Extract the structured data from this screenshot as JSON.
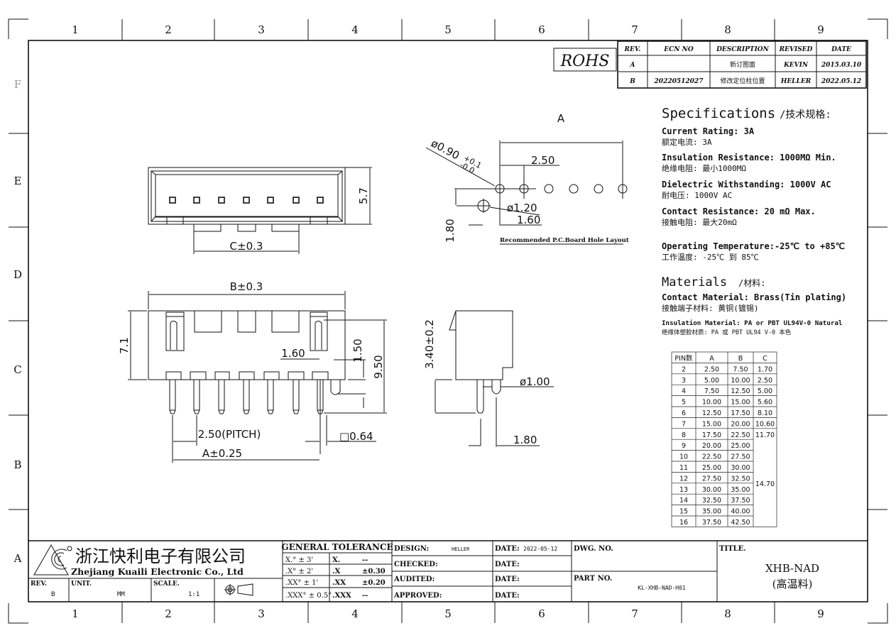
{
  "border": {
    "columns": [
      "1",
      "2",
      "3",
      "4",
      "5",
      "6",
      "7",
      "8",
      "9"
    ],
    "rows": [
      "F",
      "E",
      "D",
      "C",
      "B",
      "A"
    ]
  },
  "rohs": "ROHS",
  "revision_table": {
    "headers": [
      "REV.",
      "ECN NO",
      "DESCRIPTION",
      "REVISED",
      "DATE"
    ],
    "rows": [
      [
        "A",
        "",
        "新订图面",
        "KEVIN",
        "2015.03.10"
      ],
      [
        "B",
        "20220512027",
        "修改定位柱位置",
        "HELLER",
        "2022.05.12"
      ]
    ]
  },
  "specs": {
    "title": "Specifications",
    "title_cn": "/技术规格:",
    "items": [
      {
        "en": "Current Rating:  3A",
        "cn": "额定电流: 3A"
      },
      {
        "en": "Insulation Resistance: 1000MΩ Min.",
        "cn": "绝缘电阻: 最小1000MΩ"
      },
      {
        "en": "Dielectric Withstanding:  1000V AC",
        "cn": "耐电压: 1000V AC"
      },
      {
        "en": "Contact Resistance: 20 mΩ Max.",
        "cn": "接触电阻: 最大20mΩ"
      },
      {
        "en": "Operating Temperature:-25℃ to +85℃",
        "cn": "工作温度: -25℃ 到 85℃"
      }
    ],
    "materials_title": "Materials",
    "materials_title_cn": "/材料:",
    "materials": [
      {
        "en": "Contact Material: Brass(Tin plating)",
        "cn": "接触端子材料: 黄铜(镀锡)"
      },
      {
        "en": "Insulation Material: PA or PBT UL94V-0 Natural",
        "cn": "绝缘体塑胶材质: PA 或 PBT  UL94 V-0 本色"
      }
    ]
  },
  "pin_table": {
    "headers": [
      "PIN数",
      "A",
      "B",
      "C"
    ],
    "rows": [
      [
        "2",
        "2.50",
        "7.50",
        "1.70"
      ],
      [
        "3",
        "5.00",
        "10.00",
        "2.50"
      ],
      [
        "4",
        "7.50",
        "12.50",
        "5.00"
      ],
      [
        "5",
        "10.00",
        "15.00",
        "5.60"
      ],
      [
        "6",
        "12.50",
        "17.50",
        "8.10"
      ],
      [
        "7",
        "15.00",
        "20.00",
        "10.60"
      ],
      [
        "8",
        "17.50",
        "22.50",
        "11.70"
      ],
      [
        "9",
        "20.00",
        "25.00",
        ""
      ],
      [
        "10",
        "22.50",
        "27.50",
        ""
      ],
      [
        "11",
        "25.00",
        "30.00",
        ""
      ],
      [
        "12",
        "27.50",
        "32.50",
        ""
      ],
      [
        "13",
        "30.00",
        "35.00",
        ""
      ],
      [
        "14",
        "32.50",
        "37.50",
        ""
      ],
      [
        "15",
        "35.00",
        "40.00",
        ""
      ],
      [
        "16",
        "37.50",
        "42.50",
        ""
      ]
    ],
    "merged_c": "14.70"
  },
  "top_view": {
    "height_dim": "5.7",
    "c_dim": "C±0.3"
  },
  "front_view": {
    "b_dim": "B±0.3",
    "height_dim": "7.1",
    "d160": "1.60",
    "d150": "1.50",
    "d950": "9.50",
    "pitch": "2.50(PITCH)",
    "a_dim": "A±0.25",
    "pin_size": "□0.64"
  },
  "side_view": {
    "d340": "3.40±0.2",
    "peg_dia": "ø1.00",
    "d180": "1.80"
  },
  "pcb_layout": {
    "a_dim": "A",
    "pitch": "2.50",
    "hole_dia": "ø0.90",
    "hole_tol_plus": "+0.1",
    "hole_tol_minus": "-0.0",
    "peg_dia": "ø1.20",
    "d160": "1.60",
    "d180": "1.80",
    "caption": "Recommended P.C.Board  Hole Layout"
  },
  "title_block": {
    "company_cn": "浙江快利电子有限公司",
    "company_en": "Zhejiang Kuaili Electronic Co., Ltd",
    "rev_label": "REV.",
    "rev": "B",
    "unit_label": "UNIT.",
    "unit": "MM",
    "scale_label": "SCALE.",
    "scale": "1:1",
    "tolerance_title": "GENERAL  TOLERANCE",
    "tolerance_rows": [
      [
        "X.° ± 3'",
        "X.",
        "--"
      ],
      [
        ".X° ± 2'",
        ".X",
        "±0.30"
      ],
      [
        ".XX° ± 1'",
        ".XX",
        "±0.20"
      ],
      [
        ".XXX° ± 0.5°",
        ".XXX",
        "--"
      ]
    ],
    "design_label": "DESIGN:",
    "design": "HELLER",
    "checked_label": "CHECKED:",
    "audited_label": "AUDITED:",
    "approved_label": "APPROVED:",
    "date_label": "DATE:",
    "design_date": "2022-05-12",
    "dwg_label": "DWG. NO.",
    "part_label": "PART NO.",
    "part_no": "KL-XHB-NAD-H01",
    "title_label": "TITLE.",
    "title": "XHB-NAD",
    "title_sub": "(高温料)"
  }
}
